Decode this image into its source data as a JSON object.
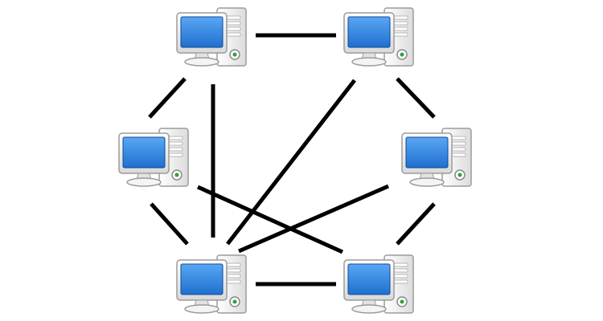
{
  "diagram": {
    "type": "network",
    "node_icon": "desktop-computer-icon",
    "nodes": [
      {
        "id": "top-left"
      },
      {
        "id": "top-right"
      },
      {
        "id": "middle-left"
      },
      {
        "id": "middle-right"
      },
      {
        "id": "bottom-left"
      },
      {
        "id": "bottom-right"
      }
    ],
    "links": [
      {
        "from": "top-left",
        "to": "top-right"
      },
      {
        "from": "top-left",
        "to": "middle-left"
      },
      {
        "from": "top-left",
        "to": "bottom-left"
      },
      {
        "from": "top-right",
        "to": "middle-right"
      },
      {
        "from": "top-right",
        "to": "bottom-left"
      },
      {
        "from": "middle-left",
        "to": "bottom-left"
      },
      {
        "from": "middle-left",
        "to": "bottom-right"
      },
      {
        "from": "middle-right",
        "to": "bottom-left"
      },
      {
        "from": "middle-right",
        "to": "bottom-right"
      },
      {
        "from": "bottom-left",
        "to": "bottom-right"
      }
    ],
    "colors": {
      "screen": "#1f6fcf",
      "screen_highlight": "#5aa7f5",
      "case": "#eeeeee",
      "case_outline": "#9c9c9c",
      "indicator": "#2fa13a",
      "link": "#000000"
    }
  }
}
